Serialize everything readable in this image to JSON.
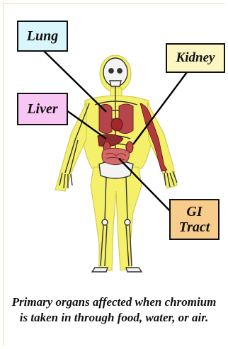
{
  "labels": {
    "lung": "Lung",
    "kidney": "Kidney",
    "liver": "Liver",
    "gi_tract": "GI\nTract"
  },
  "caption": "Primary organs affected when chromium is taken in through food, water, or air.",
  "colors": {
    "lung_box": "#d8f6fb",
    "kidney_box": "#fbf6c2",
    "liver_box": "#f7c6f3",
    "gi_box": "#f8cd8c",
    "body_fill": "#f4f06a",
    "organ_red": "#b5454a"
  }
}
